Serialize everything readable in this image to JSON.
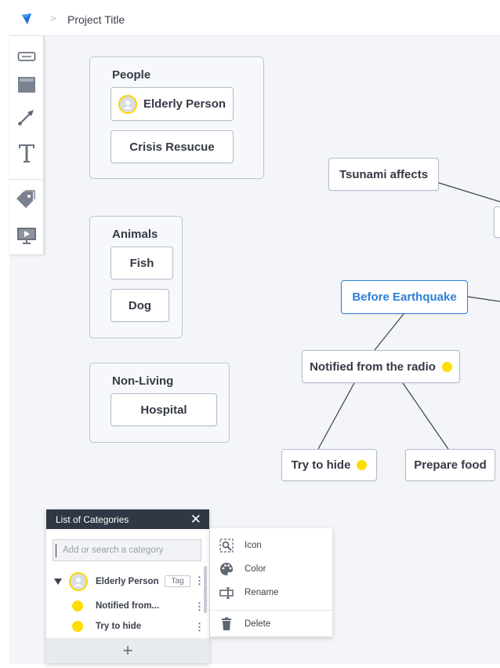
{
  "header": {
    "title": "Project Title",
    "separator": ">"
  },
  "groups": {
    "people": {
      "title": "People",
      "items": [
        "Elderly Person",
        "Crisis Resucue"
      ]
    },
    "animals": {
      "title": "Animals",
      "items": [
        "Fish",
        "Dog"
      ]
    },
    "nonliving": {
      "title": "Non-Living",
      "items": [
        "Hospital"
      ]
    }
  },
  "nodes": {
    "tsunami": "Tsunami affects",
    "before": "Before Earthquake",
    "notified": "Notified from the radio",
    "hide": "Try to hide",
    "food": "Prepare food"
  },
  "panel": {
    "title": "List of Categories",
    "close": "✕",
    "search_placeholder": "Add or search a category",
    "category": {
      "name": "Elderly Person",
      "tag": "Tag"
    },
    "children": [
      "Notified from...",
      "Try to hide"
    ],
    "add": "+"
  },
  "menu": {
    "icon": "Icon",
    "color": "Color",
    "rename": "Rename",
    "delete": "Delete"
  },
  "colors": {
    "accent": "#2e7fd9",
    "dot": "#ffdd00",
    "panel_header": "#2f3844"
  },
  "icons": [
    "logo-icon",
    "rectangle-tool-icon",
    "box-tool-icon",
    "arrow-tool-icon",
    "text-tool-icon",
    "tag-tool-icon",
    "present-tool-icon",
    "magnify-icon",
    "palette-icon",
    "rename-icon",
    "trash-icon"
  ]
}
